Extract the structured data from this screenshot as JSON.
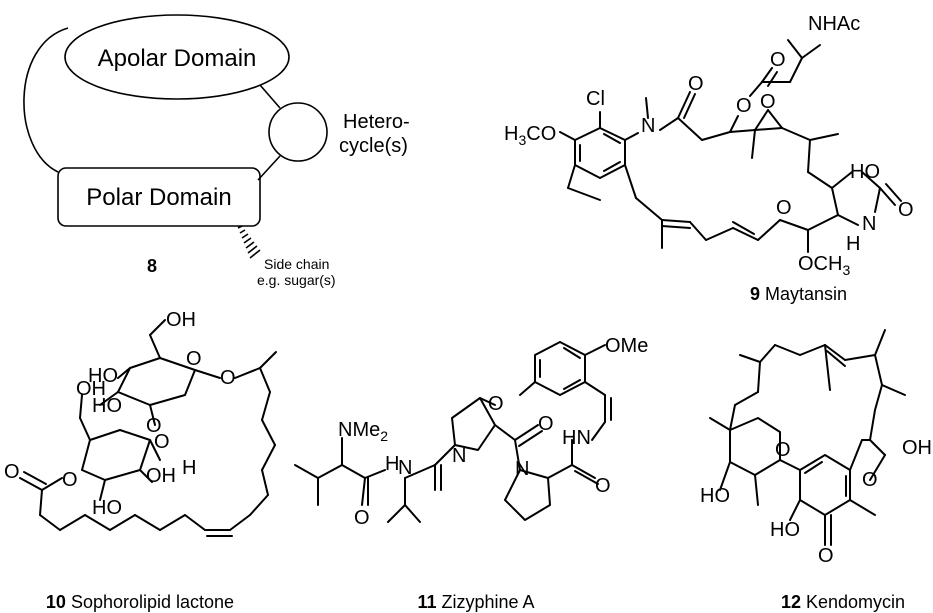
{
  "schematic": {
    "apolar_label": "Apolar Domain",
    "polar_label": "Polar Domain",
    "hetero_line1": "Hetero-",
    "hetero_line2": "cycle(s)",
    "side_line1": "Side chain",
    "side_line2": "e.g. sugar(s)",
    "number": "8"
  },
  "compounds": [
    {
      "number": "9",
      "name": "Maytansin"
    },
    {
      "number": "10",
      "name": "Sophorolipid lactone"
    },
    {
      "number": "11",
      "name": "Zizyphine A"
    },
    {
      "number": "12",
      "name": "Kendomycin"
    }
  ],
  "atoms": {
    "maytansin": [
      "NHAc",
      "Cl",
      "N",
      "O",
      "O",
      "O",
      "O",
      "HO",
      "O",
      "N",
      "H",
      "O"
    ],
    "maytansin_h3co": {
      "a": "H",
      "b": "3",
      "c": "CO"
    },
    "maytansin_och3": {
      "a": "OCH",
      "b": "3"
    },
    "sophorolipid": [
      "OH",
      "O",
      "HO",
      "HO",
      "O",
      "OH",
      "O",
      "O",
      "OH",
      "H",
      "O",
      "O",
      "HO"
    ],
    "zizyphine": [
      "OMe",
      "O",
      "O",
      "HN",
      "N",
      "N",
      "O",
      "H",
      "N",
      "O"
    ],
    "zizyphine_nme2": {
      "a": "NMe",
      "b": "2"
    },
    "kendomycin": [
      "OH",
      "O",
      "O",
      "HO",
      "HO",
      "O"
    ]
  }
}
